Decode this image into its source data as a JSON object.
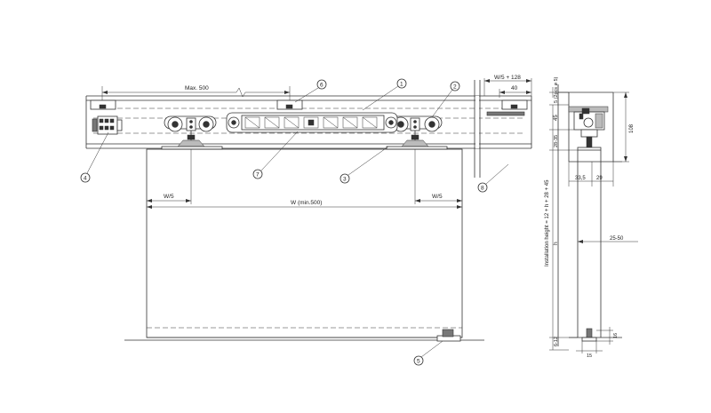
{
  "dimensions": {
    "max_500": "Max. 500",
    "w5_plus_128": "W/5 + 128",
    "d40": "40",
    "w5_left": "W/5",
    "w5_right": "W/5",
    "w_min": "W (min.500)",
    "d6_12": "6-12",
    "side_5": "5 (2pcs ø 5)",
    "d45": "45",
    "d28_35": "28-35",
    "d108": "108",
    "d33_5": "33,5",
    "d29": "29",
    "d25_50": "25-50",
    "h": "h",
    "d16": "16",
    "d15": "15",
    "installation_height": "Installation height = 12 + h + 28 + 45"
  },
  "callouts": [
    "1",
    "2",
    "3",
    "4",
    "5",
    "6",
    "7",
    "8"
  ]
}
